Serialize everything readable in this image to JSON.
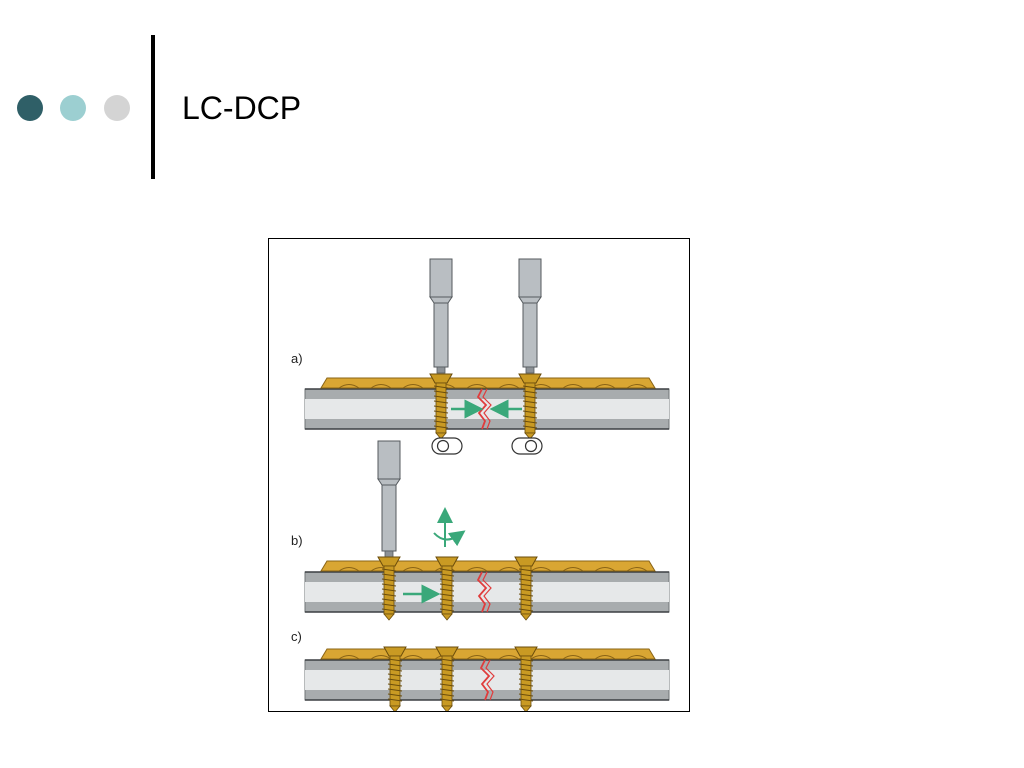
{
  "slide": {
    "title": "LC-DCP",
    "bullet_dots": [
      {
        "color": "#2f5f67"
      },
      {
        "color": "#9ccfd1"
      },
      {
        "color": "#d4d4d4"
      }
    ]
  },
  "figure": {
    "panels": [
      {
        "label": "a)"
      },
      {
        "label": "b)"
      },
      {
        "label": "c)"
      }
    ],
    "colors": {
      "plate": "#d9a633",
      "plate_edge": "#8a6416",
      "screw": "#c99a23",
      "screw_edge": "#6b4d0c",
      "bone_outer": "#a8acae",
      "bone_inner": "#e6e8e9",
      "fracture": "#e03c3c",
      "arrow": "#3aa87a",
      "driver": "#b9bec2",
      "driver_edge": "#555a5e"
    }
  }
}
